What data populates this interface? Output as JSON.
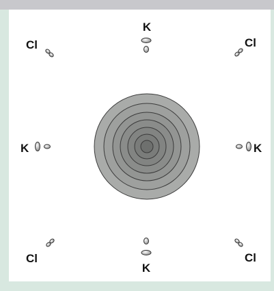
{
  "labels": {
    "cl_top_left": "Cl",
    "k_top": "K",
    "cl_top_right": "Cl",
    "k_left": "K",
    "k_right": "K",
    "cl_bottom_left": "Cl",
    "k_bottom": "K",
    "cl_bottom_right": "Cl"
  },
  "colors": {
    "frame_top": "#c8c8cc",
    "frame_side": "#d8e8e0",
    "background": "#ffffff",
    "ring_outer": "#a8aaa8",
    "ring_inner": "#6e706e",
    "ring_stroke": "#3a3a3a",
    "text": "#111111"
  },
  "icons": [
    "orbital-lobe-icon",
    "concentric-field-icon"
  ]
}
